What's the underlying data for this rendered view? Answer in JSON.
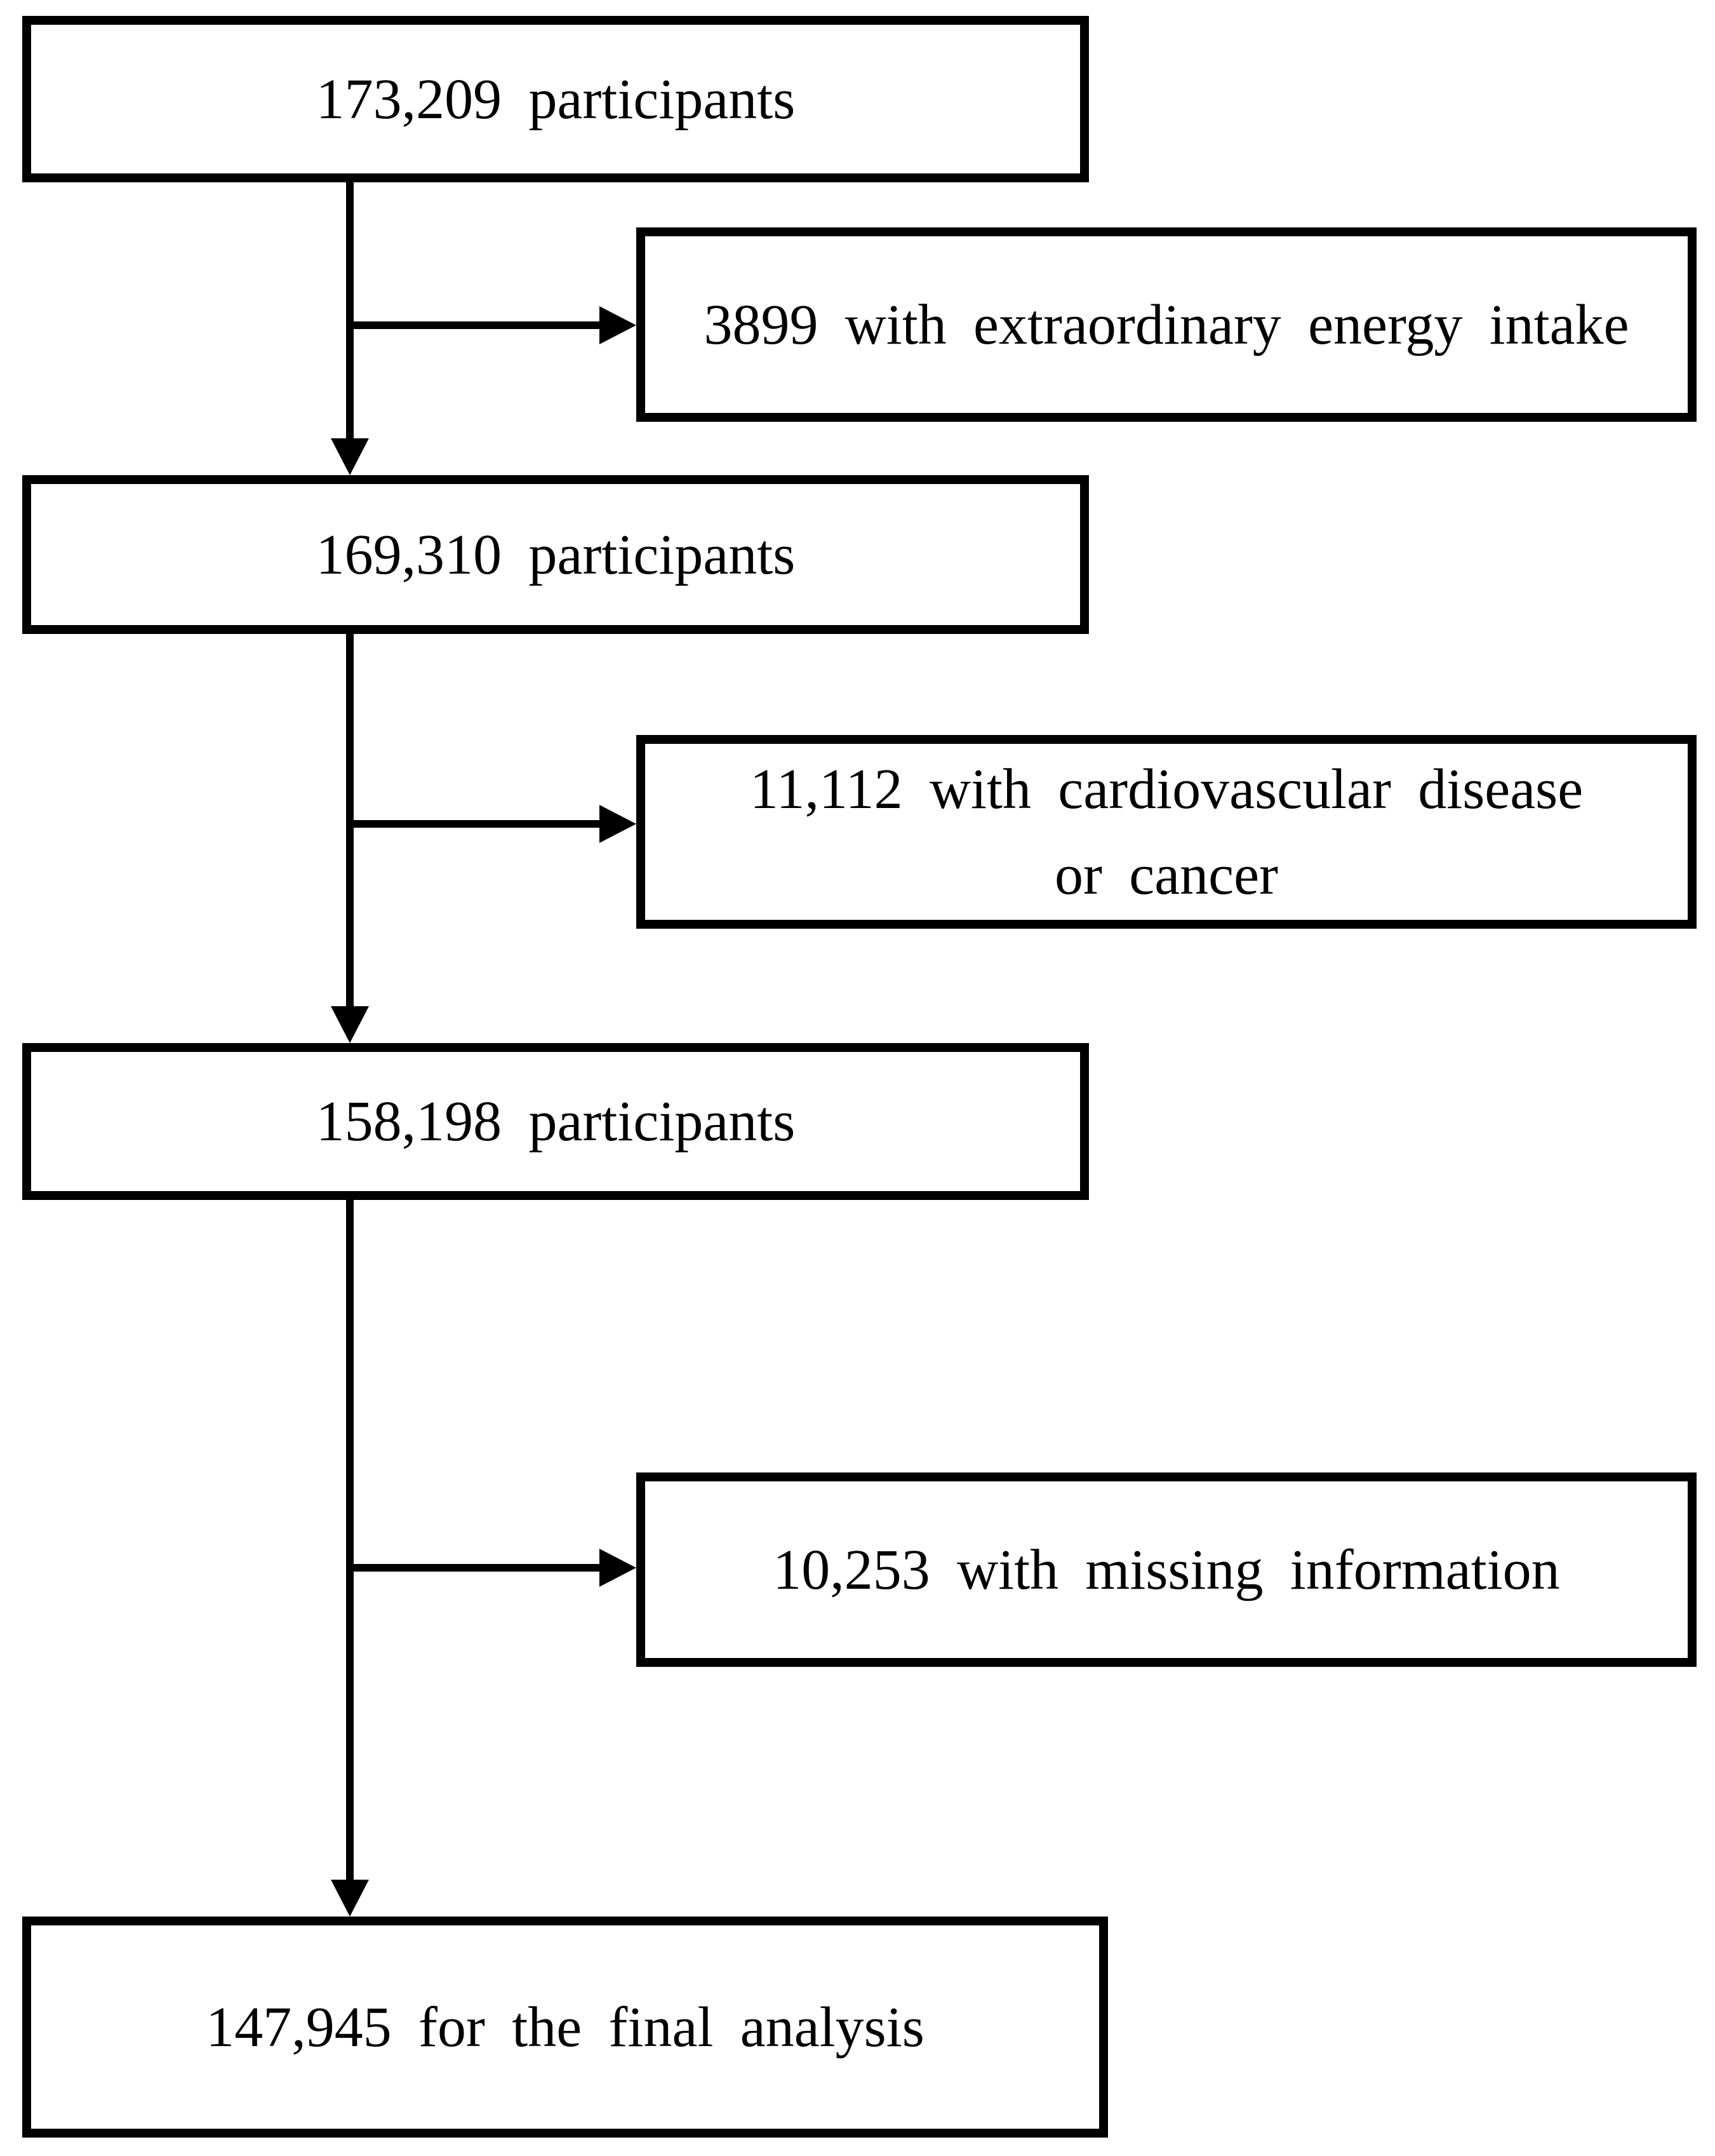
{
  "figure": {
    "kind": "participant-flow-diagram",
    "background": "#ffffff",
    "ink": "#000000",
    "nodes": [
      {
        "id": "initial-cohort",
        "lines": [
          "173,209 participants"
        ]
      },
      {
        "id": "excluded-energy",
        "lines": [
          "3899 with extraordinary energy intake"
        ]
      },
      {
        "id": "after-energy",
        "lines": [
          "169,310 participants"
        ]
      },
      {
        "id": "excluded-cvd-cancer",
        "lines": [
          "11,112 with cardiovascular disease",
          "or cancer"
        ]
      },
      {
        "id": "after-cvd-cancer",
        "lines": [
          "158,198 participants"
        ]
      },
      {
        "id": "excluded-missing-info",
        "lines": [
          "10,253 with missing information"
        ]
      },
      {
        "id": "final-analysis",
        "lines": [
          "147,945 for the final analysis"
        ]
      }
    ],
    "edges": [
      {
        "from": "initial-cohort",
        "to": "excluded-energy"
      },
      {
        "from": "initial-cohort",
        "to": "after-energy"
      },
      {
        "from": "after-energy",
        "to": "excluded-cvd-cancer"
      },
      {
        "from": "after-energy",
        "to": "after-cvd-cancer"
      },
      {
        "from": "after-cvd-cancer",
        "to": "excluded-missing-info"
      },
      {
        "from": "after-cvd-cancer",
        "to": "final-analysis"
      }
    ]
  }
}
